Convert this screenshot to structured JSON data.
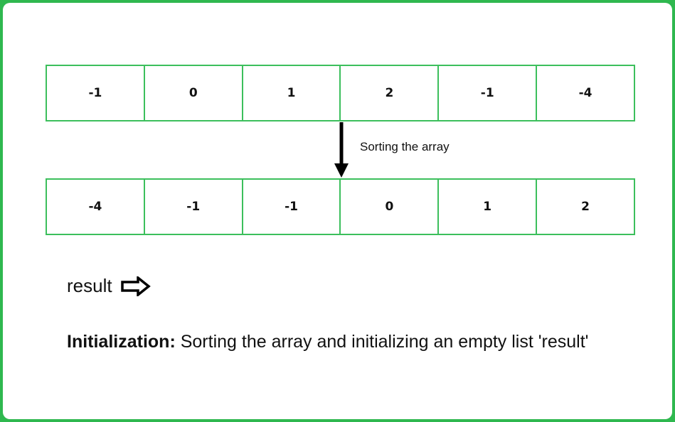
{
  "original_array": [
    "-1",
    "0",
    "1",
    "2",
    "-1",
    "-4"
  ],
  "sorted_array": [
    "-4",
    "-1",
    "-1",
    "0",
    "1",
    "2"
  ],
  "step_label": "Sorting the array",
  "result_label": "result",
  "caption": {
    "heading": "Initialization:",
    "text": " Sorting the array and initializing an empty list 'result'"
  },
  "colors": {
    "cell_border": "#3cbf5c",
    "frame_border": "#2fb84f",
    "text": "#111111"
  }
}
